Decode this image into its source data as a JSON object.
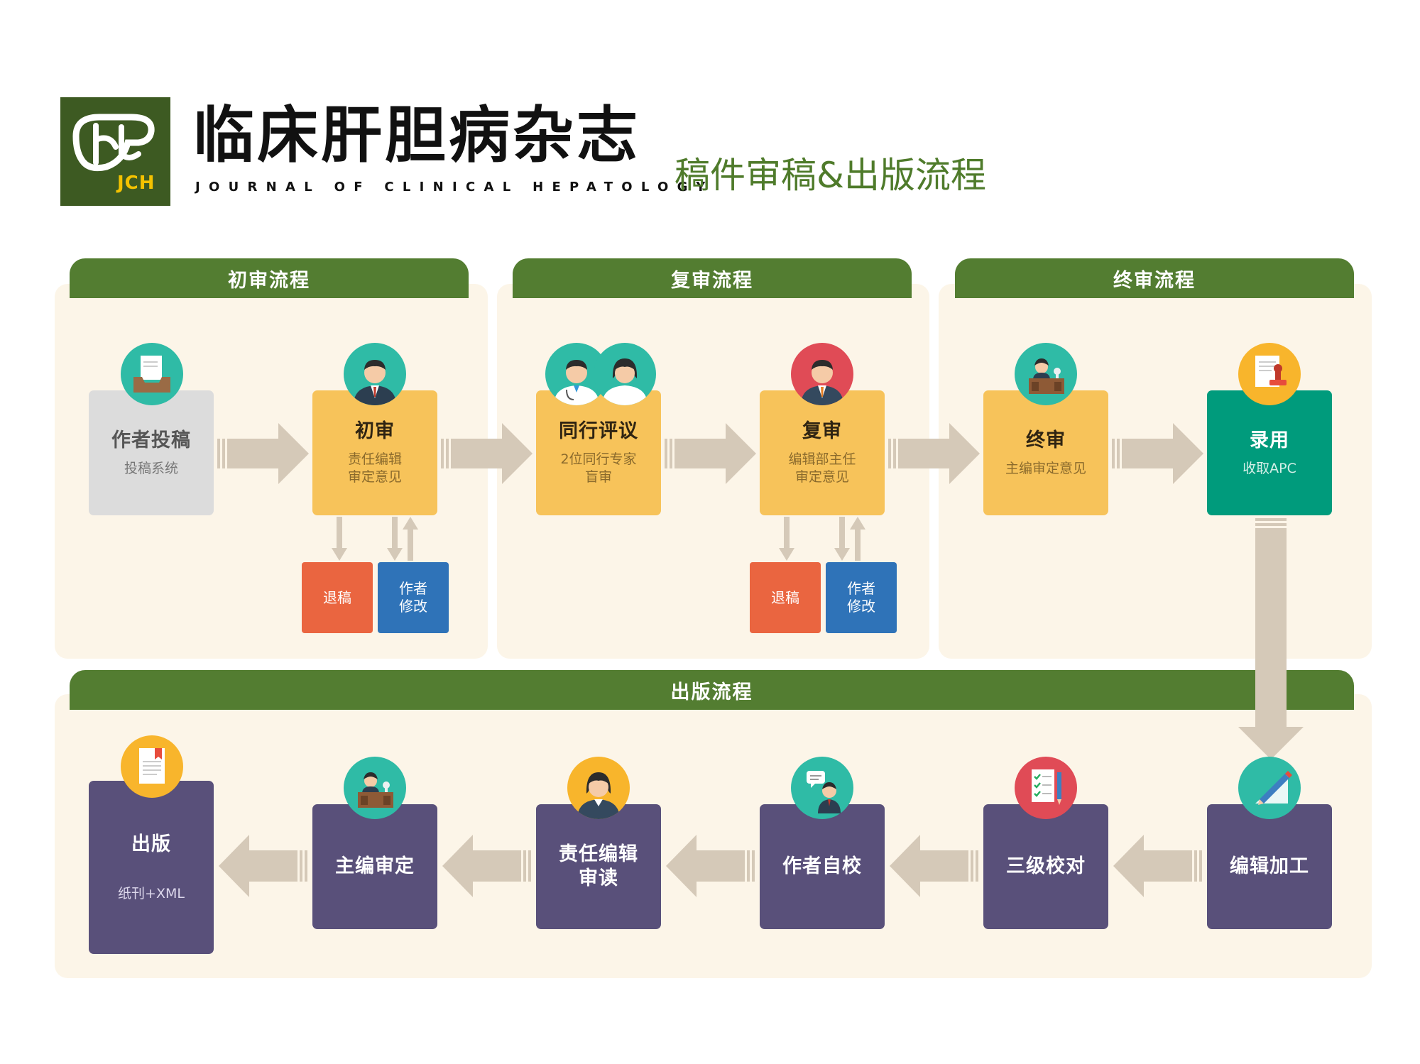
{
  "header": {
    "logo_text": "JCH",
    "magazine_title": "临床肝胆病杂志",
    "magazine_subtitle": "JOURNAL OF CLINICAL HEPATOLOGY",
    "document_title": "稿件审稿&出版流程"
  },
  "sections": {
    "initial": "初审流程",
    "second": "复审流程",
    "final": "终审流程",
    "publish": "出版流程"
  },
  "steps": {
    "submit": {
      "title": "作者投稿",
      "sub": "投稿系统"
    },
    "initial_review": {
      "title": "初审",
      "sub1": "责任编辑",
      "sub2": "审定意见"
    },
    "peer_review": {
      "title": "同行评议",
      "sub1": "2位同行专家",
      "sub2": "盲审"
    },
    "second_review": {
      "title": "复审",
      "sub1": "编辑部主任",
      "sub2": "审定意见"
    },
    "final_review": {
      "title": "终审",
      "sub": "主编审定意见"
    },
    "accept": {
      "title": "录用",
      "sub": "收取APC"
    },
    "edit": {
      "title": "编辑加工"
    },
    "proofread": {
      "title": "三级校对"
    },
    "author_check": {
      "title": "作者自校"
    },
    "editor_read": {
      "title1": "责任编辑",
      "title2": "审读"
    },
    "chief_approve": {
      "title": "主编审定"
    },
    "publish": {
      "title": "出版",
      "sub": "纸刊+XML"
    }
  },
  "outcomes": {
    "reject": "退稿",
    "revise1": "作者",
    "revise2": "修改"
  },
  "colors": {
    "tab_green": "#537d31",
    "panel_bg": "#fcf5e8",
    "arrow": "#d5c9b8",
    "yellow_box": "#f7c35a",
    "green_box": "#009b7c",
    "purple_box": "#59507a",
    "gray_box": "#dcdcdc",
    "reject_red": "#ea6540",
    "revise_blue": "#2f73b8"
  }
}
